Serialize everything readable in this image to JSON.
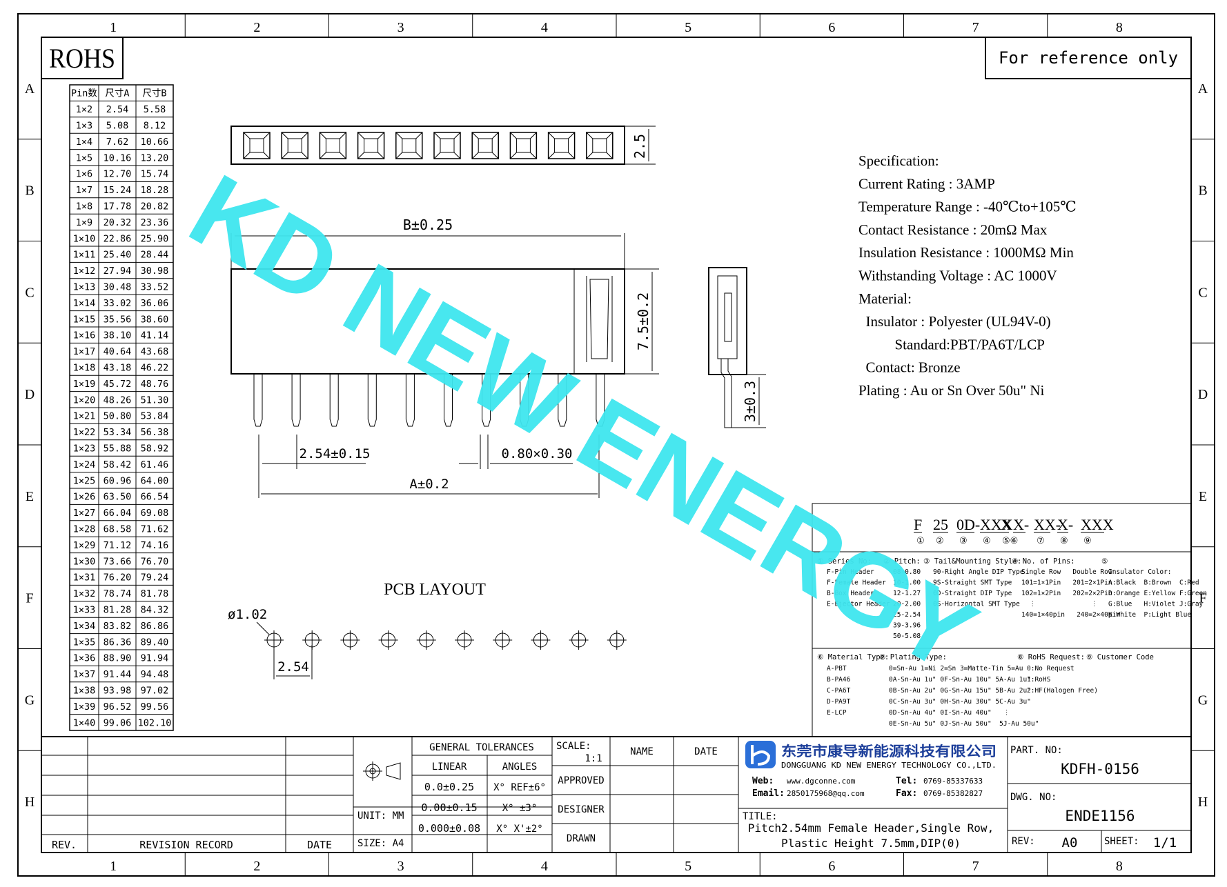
{
  "zones": {
    "columns": [
      "1",
      "2",
      "3",
      "4",
      "5",
      "6",
      "7",
      "8"
    ],
    "rows": [
      "A",
      "B",
      "C",
      "D",
      "E",
      "F",
      "G",
      "H"
    ]
  },
  "rohs": "ROHS",
  "reference_note": "For reference only",
  "pin_table": {
    "headers": [
      "Pin数",
      "尺寸A",
      "尺寸B"
    ],
    "rows": [
      [
        "1×2",
        "2.54",
        "5.58"
      ],
      [
        "1×3",
        "5.08",
        "8.12"
      ],
      [
        "1×4",
        "7.62",
        "10.66"
      ],
      [
        "1×5",
        "10.16",
        "13.20"
      ],
      [
        "1×6",
        "12.70",
        "15.74"
      ],
      [
        "1×7",
        "15.24",
        "18.28"
      ],
      [
        "1×8",
        "17.78",
        "20.82"
      ],
      [
        "1×9",
        "20.32",
        "23.36"
      ],
      [
        "1×10",
        "22.86",
        "25.90"
      ],
      [
        "1×11",
        "25.40",
        "28.44"
      ],
      [
        "1×12",
        "27.94",
        "30.98"
      ],
      [
        "1×13",
        "30.48",
        "33.52"
      ],
      [
        "1×14",
        "33.02",
        "36.06"
      ],
      [
        "1×15",
        "35.56",
        "38.60"
      ],
      [
        "1×16",
        "38.10",
        "41.14"
      ],
      [
        "1×17",
        "40.64",
        "43.68"
      ],
      [
        "1×18",
        "43.18",
        "46.22"
      ],
      [
        "1×19",
        "45.72",
        "48.76"
      ],
      [
        "1×20",
        "48.26",
        "51.30"
      ],
      [
        "1×21",
        "50.80",
        "53.84"
      ],
      [
        "1×22",
        "53.34",
        "56.38"
      ],
      [
        "1×23",
        "55.88",
        "58.92"
      ],
      [
        "1×24",
        "58.42",
        "61.46"
      ],
      [
        "1×25",
        "60.96",
        "64.00"
      ],
      [
        "1×26",
        "63.50",
        "66.54"
      ],
      [
        "1×27",
        "66.04",
        "69.08"
      ],
      [
        "1×28",
        "68.58",
        "71.62"
      ],
      [
        "1×29",
        "71.12",
        "74.16"
      ],
      [
        "1×30",
        "73.66",
        "76.70"
      ],
      [
        "1×31",
        "76.20",
        "79.24"
      ],
      [
        "1×32",
        "78.74",
        "81.78"
      ],
      [
        "1×33",
        "81.28",
        "84.32"
      ],
      [
        "1×34",
        "83.82",
        "86.86"
      ],
      [
        "1×35",
        "86.36",
        "89.40"
      ],
      [
        "1×36",
        "88.90",
        "91.94"
      ],
      [
        "1×37",
        "91.44",
        "94.48"
      ],
      [
        "1×38",
        "93.98",
        "97.02"
      ],
      [
        "1×39",
        "96.52",
        "99.56"
      ],
      [
        "1×40",
        "99.06",
        "102.10"
      ]
    ]
  },
  "dimensions": {
    "depth": "2.5",
    "b_dim": "B±0.25",
    "height": "7.5±0.2",
    "tail": "3±0.3",
    "pitch": "2.54±0.15",
    "pin_size": "0.80×0.30",
    "a_dim": "A±0.2",
    "pcb_title": "PCB LAYOUT",
    "hole": "ø1.02",
    "pcb_pitch": "2.54"
  },
  "specification": {
    "lines": [
      "Specification:",
      "Current Rating : 3AMP",
      "Temperature Range : -40℃to+105℃",
      "Contact Resistance : 20mΩ Max",
      "Insulation Resistance : 1000MΩ Min",
      "Withstanding Voltage : AC 1000V",
      "Material:",
      "  Insulator : Polyester (UL94V-0)",
      "          Standard:PBT/PA6T/LCP",
      "  Contact: Bronze",
      "Plating : Au or Sn Over 50u\" Ni"
    ]
  },
  "part_code": {
    "segments": [
      "F",
      "25",
      "0D-",
      "XXX",
      "X",
      "X-",
      "XX-",
      "X-",
      "XXX"
    ],
    "markers": [
      "①",
      "②",
      "③",
      "④",
      "⑤⑥",
      "⑦",
      "⑧",
      "⑨"
    ]
  },
  "code_table": {
    "row1": [
      {
        "title": "① Series No:",
        "lines": [
          "F-Pin Header",
          "F-Female Header",
          "B-Box Header",
          "E-Ejector Header"
        ]
      },
      {
        "title": "② Pitch:",
        "lines": [
          "08-0.80",
          "10-1.00",
          "12-1.27",
          "20-2.00",
          "25-2.54",
          "39-3.96",
          "50-5.08"
        ]
      },
      {
        "title": "③ Tail&Mounting Style:",
        "lines": [
          "90-Right Angle DIP Type",
          "9S-Straight SMT Type",
          "0D-Straight DIP Type",
          "0S-Horizontal SMT Type"
        ]
      },
      {
        "title": "④ No. of Pins:",
        "lines": [
          "Single Row   Double Row",
          "101=1×1Pin   201=2×1Pin",
          "102=1×2Pin   202=2×2Pin",
          "  ⋮              ⋮",
          "140=1×40pin   240=2×40pin"
        ]
      },
      {
        "title": "⑤",
        "lines": [
          "Insulator Color:",
          "A:Black  B:Brown  C:Red",
          "D:Orange E:Yellow F:Green",
          "G:Blue   H:Violet J:Gray",
          "K:White  P:Light Blue"
        ]
      }
    ],
    "row2": [
      {
        "title": "⑥ Material Type:",
        "lines": [
          "A-PBT",
          "B-PA46",
          "C-PA6T",
          "D-PA9T",
          "E-LCP"
        ]
      },
      {
        "title": "⑦ Plating Type:",
        "lines": [
          "0=Sn-Au 1=Ni 2=Sn 3=Matte-Tin 5=Au",
          "0A-Sn-Au 1u\" 0F-Sn-Au 10u\" 5A-Au 1u\"",
          "0B-Sn-Au 2u\" 0G-Sn-Au 15u\" 5B-Au 2u\"",
          "0C-Sn-Au 3u\" 0H-Sn-Au 30u\" 5C-Au 3u\"",
          "0D-Sn-Au 4u\" 0I-Sn-Au 40u\"   ⋮",
          "0E-Sn-Au 5u\" 0J-Sn-Au 50u\"  5J-Au 50u\""
        ]
      },
      {
        "title": "⑧ RoHS Request:",
        "lines": [
          "0:No Request",
          "1:RoHS",
          "2:HF(Halogen Free)"
        ]
      },
      {
        "title": "⑨ Customer Code",
        "lines": []
      }
    ]
  },
  "title_block": {
    "rev": "REV.",
    "revision_record": "REVISION RECORD",
    "date": "DATE",
    "general_tolerances": "GENERAL TOLERANCES",
    "linear": "LINEAR",
    "angles": "ANGLES",
    "unit": "UNIT:  MM",
    "size": "SIZE:  A4",
    "tol_linear": [
      "0.0±0.25",
      "0.00±0.15",
      "0.000±0.08"
    ],
    "tol_angles": [
      "X° REF±6°",
      "X°  ±3°",
      "X° X'±2°"
    ],
    "scale_label": "SCALE:",
    "scale_value": "1:1",
    "name": "NAME",
    "date2": "DATE",
    "approved": "APPROVED",
    "designer": "DESIGNER",
    "drawn": "DRAWN",
    "company_cn": "东莞市康导新能源科技有限公司",
    "company_en": "DONGGUANG KD NEW ENERGY TECHNOLOGY CO.,LTD.",
    "web_label": "Web:",
    "web": "www.dgconne.com",
    "email_label": "Email:",
    "email": "2850175968@qq.com",
    "tel_label": "Tel:",
    "tel": "0769-85337633",
    "fax_label": "Fax:",
    "fax": "0769-85382827",
    "title_label": "TITLE:",
    "title_line1": "Pitch2.54mm Female Header,Single Row,",
    "title_line2": "Plastic Height 7.5mm,DIP(0)",
    "part_no_label": "PART. NO:",
    "part_no": "KDFH-0156",
    "dwg_no_label": "DWG. NO:",
    "dwg_no": "ENDE1156",
    "rev_label": "REV:",
    "rev_value": "A0",
    "sheet_label": "SHEET:",
    "sheet_value": "1/1"
  },
  "watermark": "KD NEW ENERGY",
  "colors": {
    "watermark": "#3fe6ef"
  }
}
